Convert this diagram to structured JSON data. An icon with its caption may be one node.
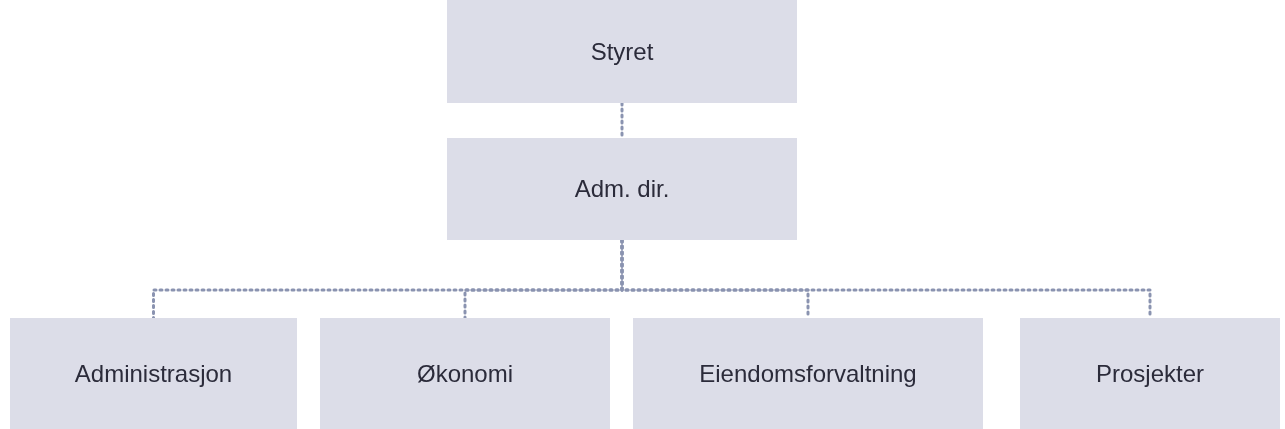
{
  "diagram": {
    "nodes": [
      {
        "text": [
          "Styret"
        ]
      },
      {
        "text": [
          "Adm. dir."
        ]
      },
      {
        "text": [
          "Administrasjon"
        ]
      },
      {
        "text": [
          "Økonomi"
        ]
      },
      {
        "text": [
          "Eiendomsforvaltning"
        ]
      },
      {
        "text": [
          "Prosjekter"
        ]
      }
    ],
    "edges": [
      {
        "from": 0,
        "to": 1,
        "arrow": "none",
        "style": "dashed"
      },
      {
        "from": 1,
        "to": 2,
        "arrow": "none",
        "style": "dashed"
      },
      {
        "from": 1,
        "to": 3,
        "arrow": "none",
        "style": "dashed"
      },
      {
        "from": 1,
        "to": 4,
        "arrow": "none",
        "style": "dashed"
      },
      {
        "from": 1,
        "to": 5,
        "arrow": "none",
        "style": "dashed"
      }
    ]
  }
}
